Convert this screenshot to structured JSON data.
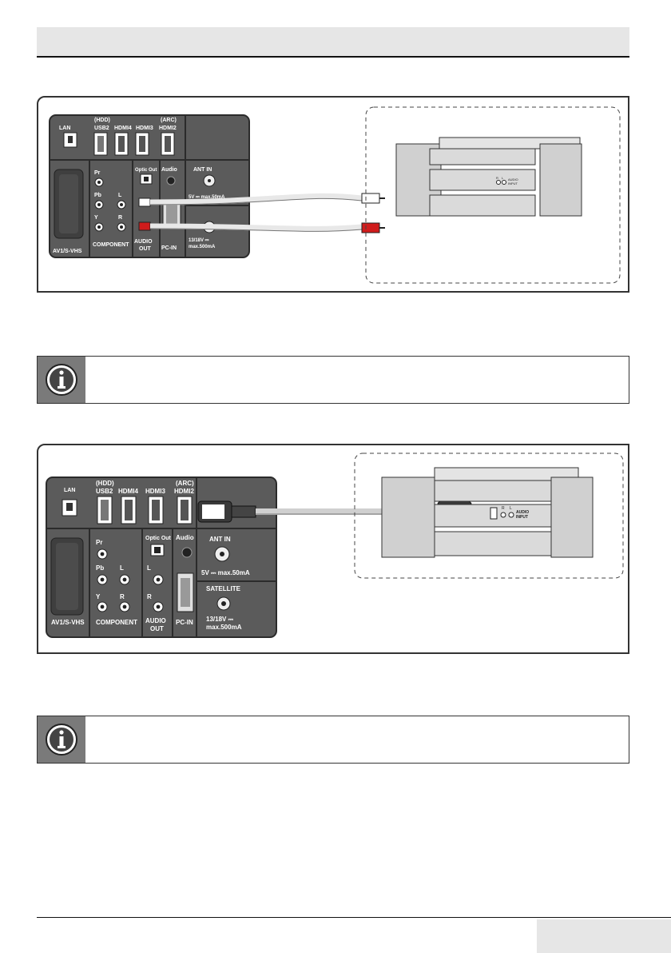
{
  "panel": {
    "lan": "LAN",
    "hdd": "(HDD)",
    "usb2": "USB2",
    "hdmi4": "HDMI4",
    "hdmi3": "HDMI3",
    "arc": "(ARC)",
    "hdmi2": "HDMI2",
    "pr": "Pr",
    "pb": "Pb",
    "y": "Y",
    "l": "L",
    "r": "R",
    "optic_out": "Optic Out",
    "audio": "Audio",
    "ant_in": "ANT IN",
    "ant_spec": "5V ⎓ max.50mA",
    "satellite": "SATELLITE",
    "sat_spec_1": "13/18V ⎓",
    "sat_spec_2": "max.500mA",
    "av": "AV1/S-VHS",
    "component": "COMPONENT",
    "audio_out_1": "AUDIO",
    "audio_out_2": "OUT",
    "pc_in": "PC-IN"
  },
  "device": {
    "r": "R",
    "l": "L",
    "audio_input_1": "AUDIO",
    "audio_input_2": "INPUT"
  },
  "info_boxes": [
    {
      "text": ""
    },
    {
      "text": ""
    }
  ],
  "colors": {
    "panel": "#5b5b5b",
    "panel_dark": "#3d3d3d",
    "header": "#e6e6e6",
    "info_icon": "#7a7a7a",
    "rca_red": "#d01c1c"
  }
}
